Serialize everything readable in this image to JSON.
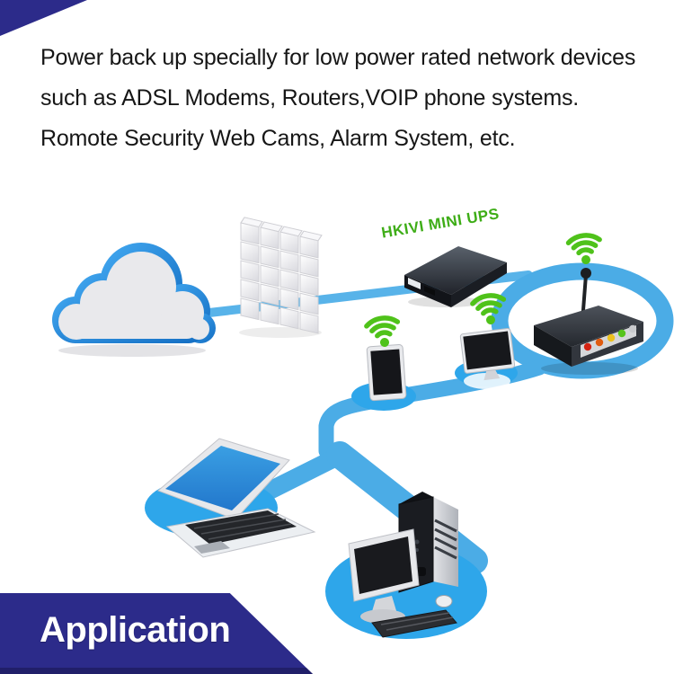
{
  "description": {
    "text": "Power back up specially for low power rated network devices\nsuch as ADSL Modems, Routers,VOIP phone systems.\nRomote Security Web Cams, Alarm System, etc."
  },
  "diagram": {
    "ups_label": "HKIVI MINI UPS",
    "icons": {
      "cloud-icon": "internet cloud",
      "firewall-wall-icon": "brick wall firewall",
      "mini-ups-icon": "black mini UPS box",
      "router-icon": "router with antenna and LEDs",
      "wifi-icon": "green wifi signal",
      "tablet-icon": "tablet modem",
      "monitor-modem-icon": "screen modem",
      "laptop-icon": "laptop computer",
      "desktop-icon": "desktop computer with tower"
    },
    "router_led_colors": [
      "#d42313",
      "#e05b10",
      "#ecc11d",
      "#57c41c",
      "#c9cacd"
    ],
    "colors": {
      "path_blue": "#4bace6",
      "pad_blue": "#2ea6ea",
      "wifi_green": "#4fc21a",
      "label_green": "#3ead17",
      "banner_navy": "#2c2b8a",
      "screen_blue": "#2f93da"
    }
  },
  "banner": {
    "label": "Application"
  }
}
